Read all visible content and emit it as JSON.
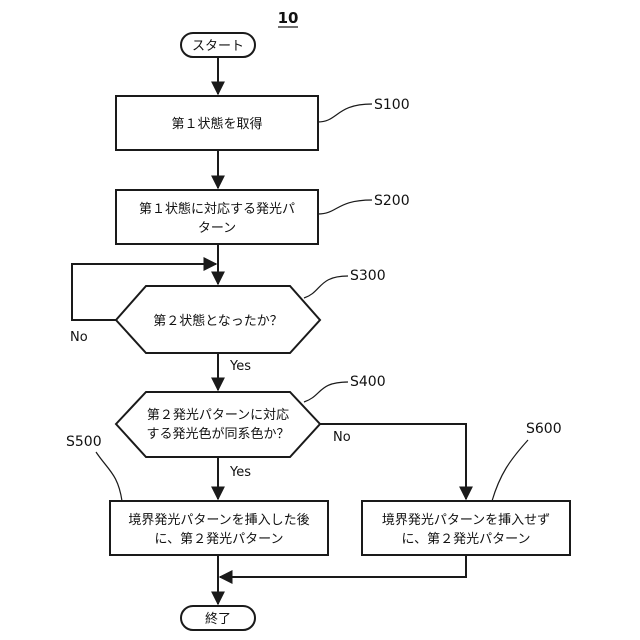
{
  "figure": {
    "number": "10"
  },
  "start": {
    "label": "スタート"
  },
  "end": {
    "label": "終了"
  },
  "steps": [
    {
      "ref": "S100",
      "lines": [
        "第１状態を取得"
      ]
    },
    {
      "ref": "S200",
      "lines": [
        "第１状態に対応する発光パ",
        "ターン"
      ]
    },
    {
      "ref": "S300",
      "lines": [
        "第２状態となったか？"
      ]
    },
    {
      "ref": "S400",
      "lines": [
        "第２発光パターンに対応",
        "する発光色が同系色か？"
      ]
    },
    {
      "ref": "S500",
      "lines": [
        "境界発光パターンを挿入した後",
        "に、第２発光パターン"
      ]
    },
    {
      "ref": "S600",
      "lines": [
        "境界発光パターンを挿入せず",
        "に、第２発光パターン"
      ]
    }
  ],
  "branches": {
    "s300_no": "No",
    "s300_yes": "Yes",
    "s400_yes": "Yes",
    "s400_no": "No"
  }
}
